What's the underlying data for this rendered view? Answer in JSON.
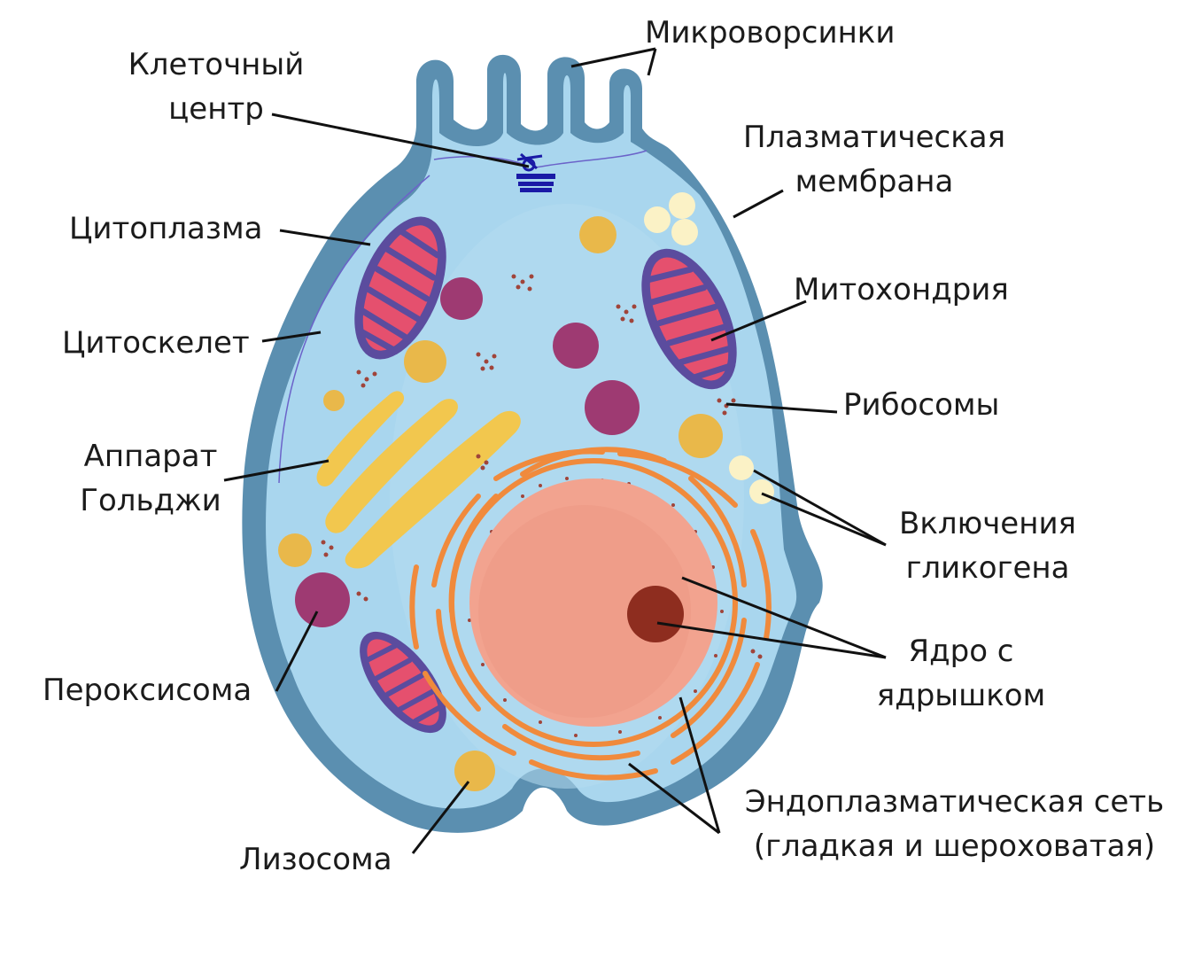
{
  "labels": {
    "microvilli": "Микроворсинки",
    "cell_center": [
      "Клеточный",
      "центр"
    ],
    "plasma_membrane": [
      "Плазматическая",
      "мембрана"
    ],
    "cytoplasm": "Цитоплазма",
    "mitochondrion": "Митохондрия",
    "cytoskeleton": "Цитоскелет",
    "ribosomes": "Рибосомы",
    "golgi": [
      "Аппарат",
      "Гольджи"
    ],
    "glycogen": [
      "Включения",
      "гликогена"
    ],
    "nucleus": [
      "Ядро с",
      "ядрышком"
    ],
    "peroxisome": "Пероксисома",
    "er": [
      "Эндоплазматическая сеть",
      "(гладкая и шероховатая)"
    ],
    "lysosome": "Лизосома"
  },
  "colors": {
    "membrane": "#5b8fb0",
    "cytoplasm": "#a9d6ee",
    "mitochondria_outer": "#5b4c9e",
    "mitochondria_cristae": "#e5506e",
    "golgi": "#f2c74e",
    "peroxisome": "#9e3a72",
    "lysosome": "#e9b84a",
    "glycogen": "#fbf2c6",
    "er": "#f08a3c",
    "nucleus": "#f2a38f",
    "nucleolus": "#8e2d1f",
    "ribosome": "#a0443a",
    "centrosome": "#1a1aa6"
  }
}
